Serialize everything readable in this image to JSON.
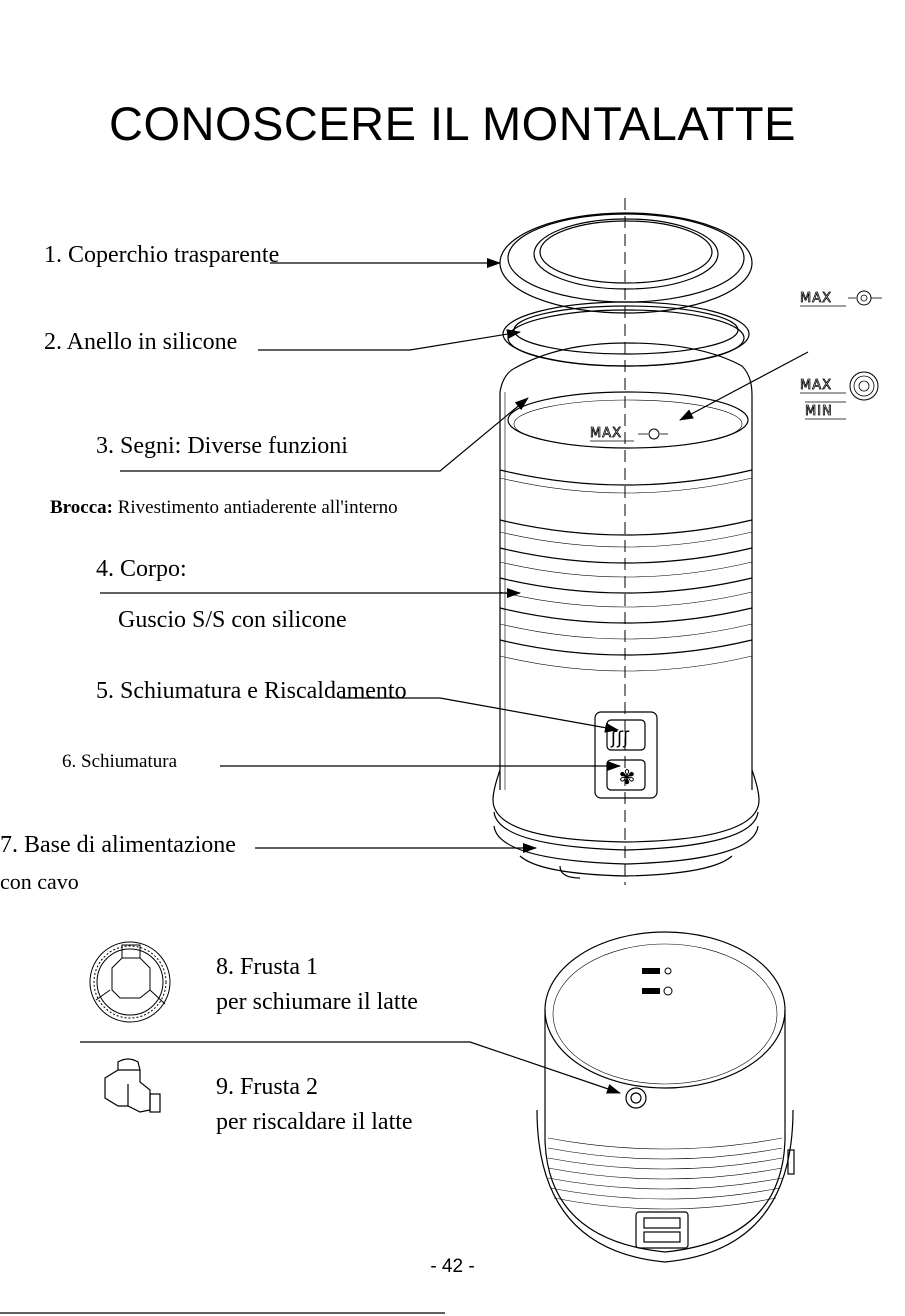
{
  "title": "CONOSCERE IL MONTALATTE",
  "labels": {
    "lid": "1. Coperchio trasparente",
    "ring": "2. Anello in silicone",
    "marks": "3. Segni: Diverse funzioni",
    "jug_bold": "Brocca:",
    "jug_rest": " Rivestimento antiaderente all'interno",
    "body_title": "4. Corpo:",
    "body_desc": "Guscio S/S con silicone",
    "froth_heat": "5. Schiumatura e Riscaldamento",
    "froth": "6. Schiumatura",
    "base_line1": "7.  Base  di  alimentazione",
    "base_line2": "con cavo",
    "whisk1_title": "8. Frusta 1",
    "whisk1_desc": "per schiumare il latte",
    "whisk2_title": "9. Frusta 2",
    "whisk2_desc": "per riscaldare il latte"
  },
  "markings": {
    "max": "MAX",
    "min": "MIN"
  },
  "page_number": "- 42 -"
}
